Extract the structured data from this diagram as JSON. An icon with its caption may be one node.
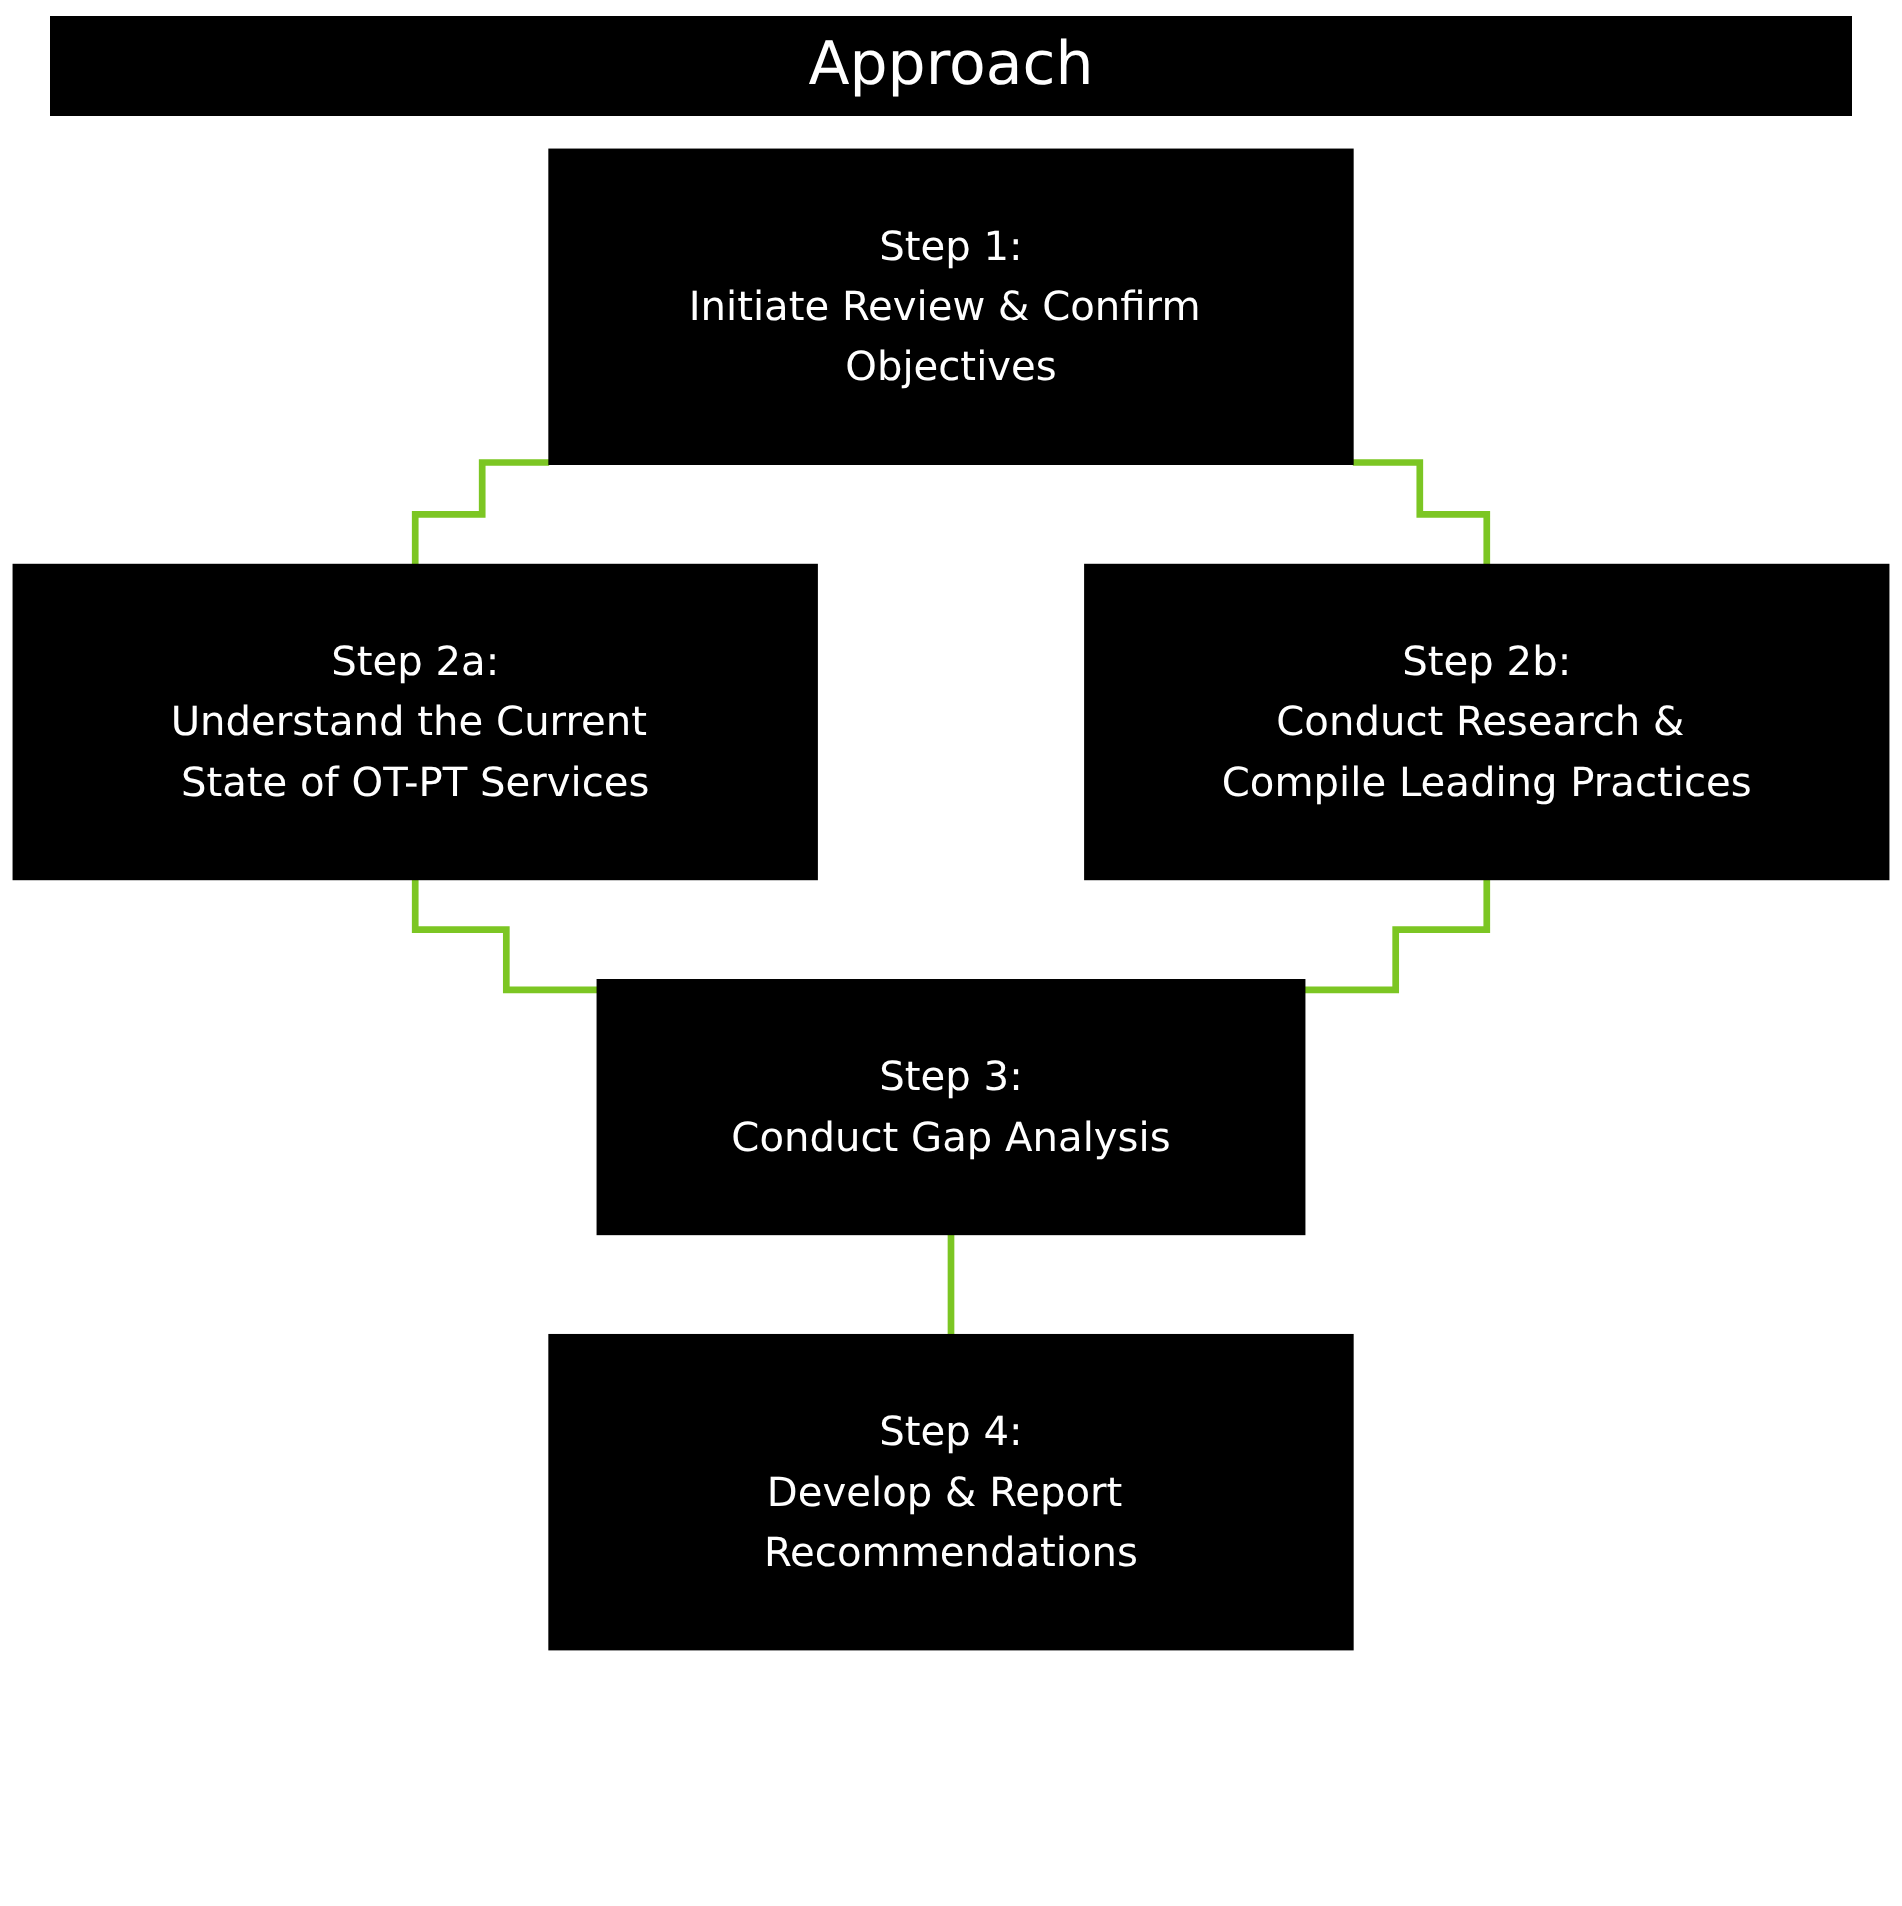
{
  "diagram": {
    "title": "Approach",
    "nodes": [
      {
        "text": [
          "Step 1:",
          "Initiate Review & Confirm Objectives"
        ]
      },
      {
        "text": [
          "Step 2a:",
          "Understand the Current State of OT-PT Services"
        ]
      },
      {
        "text": [
          "Step 2b:",
          "Conduct Research & Compile Leading Practices"
        ]
      },
      {
        "text": [
          "Step 3:",
          "Conduct Gap Analysis"
        ]
      },
      {
        "text": [
          "Step 4:",
          "Develop & Report Recommendations"
        ]
      }
    ],
    "edges": [
      {
        "from": 0,
        "to": 1,
        "arrow": "none"
      },
      {
        "from": 0,
        "to": 2,
        "arrow": "none"
      },
      {
        "from": 1,
        "to": 3,
        "arrow": "none"
      },
      {
        "from": 2,
        "to": 3,
        "arrow": "none"
      },
      {
        "from": 3,
        "to": 4,
        "arrow": "none"
      }
    ]
  }
}
